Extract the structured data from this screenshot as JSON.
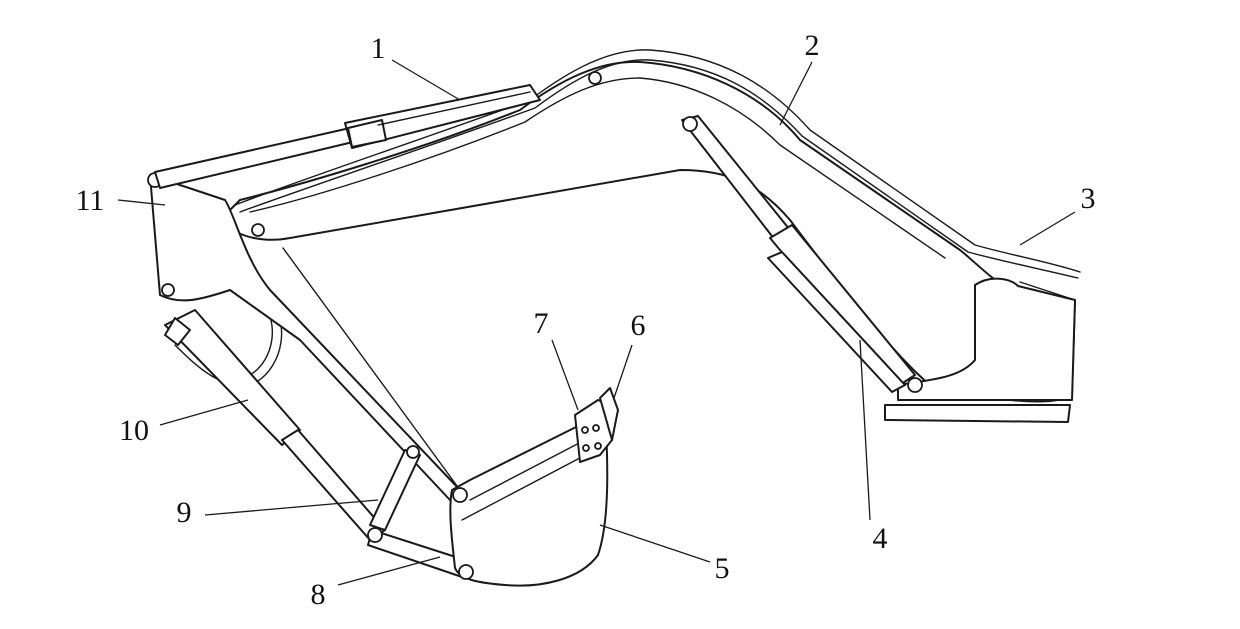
{
  "diagram": {
    "callouts": [
      {
        "id": "label-1",
        "text": "1"
      },
      {
        "id": "label-2",
        "text": "2"
      },
      {
        "id": "label-3",
        "text": "3"
      },
      {
        "id": "label-4",
        "text": "4"
      },
      {
        "id": "label-5",
        "text": "5"
      },
      {
        "id": "label-6",
        "text": "6"
      },
      {
        "id": "label-7",
        "text": "7"
      },
      {
        "id": "label-8",
        "text": "8"
      },
      {
        "id": "label-9",
        "text": "9"
      },
      {
        "id": "label-10",
        "text": "10"
      },
      {
        "id": "label-11",
        "text": "11"
      }
    ]
  }
}
